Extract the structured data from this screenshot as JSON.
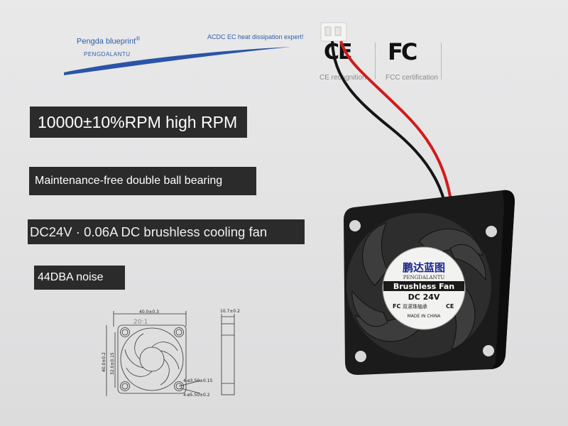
{
  "brand": {
    "name": "Pengda blueprint",
    "registered": "®",
    "sub": "PENGDALANTU",
    "tagline": "ACDC EC heat dissipation expert!"
  },
  "certifications": [
    {
      "logo": "CE",
      "label": "CE recognition"
    },
    {
      "logo": "FC",
      "label": "FCC certification"
    }
  ],
  "features": [
    "10000±10%RPM high RPM",
    "Maintenance-free double ball bearing",
    "DC24V · 0.06A DC brushless cooling fan",
    "44DBA noise"
  ],
  "drawing": {
    "width_dim": "40.0±0.3",
    "scale": "20:1",
    "height_dim": "40.0±0.2",
    "inner_dim": "32.0±0.15",
    "hole_small": "4-ø3.50±0.15",
    "hole_large": "4-ø5.50±0.2",
    "thickness_dim": "10.7±0.2"
  },
  "fan_label": {
    "chinese": "鹏达蓝图",
    "brand": "PENGDALANTU",
    "type": "Brushless Fan",
    "voltage": "DC 24V",
    "bearing": "双滚珠轴承",
    "fc": "FC",
    "ce": "CE",
    "origin": "MADE IN CHINA"
  },
  "colors": {
    "brand_blue": "#2f5ea8",
    "banner_bg": "#2c2b2b",
    "wire_red": "#d21a1a",
    "wire_black": "#151515",
    "fan_body": "#1b1b1b"
  }
}
